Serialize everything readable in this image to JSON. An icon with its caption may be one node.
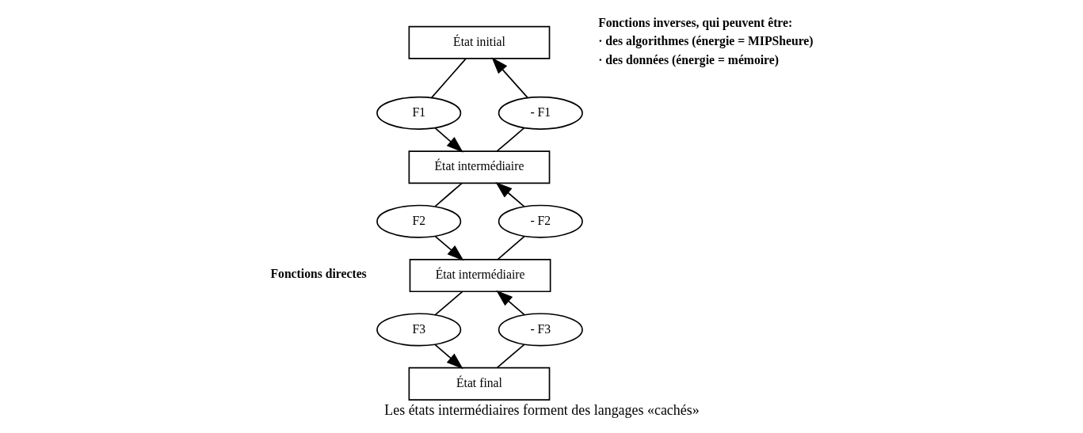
{
  "diagram": {
    "caption": "Les états intermédiaires forment des langages «cachés»",
    "nodes": [
      {
        "text": [
          "État initial"
        ]
      },
      {
        "text": [
          "- F1"
        ]
      },
      {
        "text": [
          "F1"
        ]
      },
      {
        "text": [
          "État intermédiaire"
        ]
      },
      {
        "text": [
          "- F2"
        ]
      },
      {
        "text": [
          "F2"
        ]
      },
      {
        "text": [
          "État intermédiaire"
        ]
      },
      {
        "text": [
          "- F3"
        ]
      },
      {
        "text": [
          "F3"
        ]
      },
      {
        "text": [
          "État final"
        ]
      }
    ],
    "edges": [
      {
        "from": 0,
        "to": 2,
        "arrow": "none"
      },
      {
        "from": 2,
        "to": 3,
        "arrow": "to"
      },
      {
        "from": 3,
        "to": 1,
        "arrow": "none"
      },
      {
        "from": 1,
        "to": 0,
        "arrow": "to"
      },
      {
        "from": 3,
        "to": 5,
        "arrow": "none"
      },
      {
        "from": 5,
        "to": 6,
        "arrow": "to"
      },
      {
        "from": 6,
        "to": 4,
        "arrow": "none"
      },
      {
        "from": 4,
        "to": 3,
        "arrow": "to"
      },
      {
        "from": 6,
        "to": 8,
        "arrow": "none"
      },
      {
        "from": 8,
        "to": 9,
        "arrow": "to"
      },
      {
        "from": 9,
        "to": 7,
        "arrow": "none"
      },
      {
        "from": 7,
        "to": 6,
        "arrow": "to"
      }
    ],
    "labels": [
      "Fonctions inverses, qui peuvent être:",
      "· des algorithmes (énergie = MIPSheure)",
      "· des données (énergie = mémoire)",
      "Fonctions directes"
    ]
  }
}
